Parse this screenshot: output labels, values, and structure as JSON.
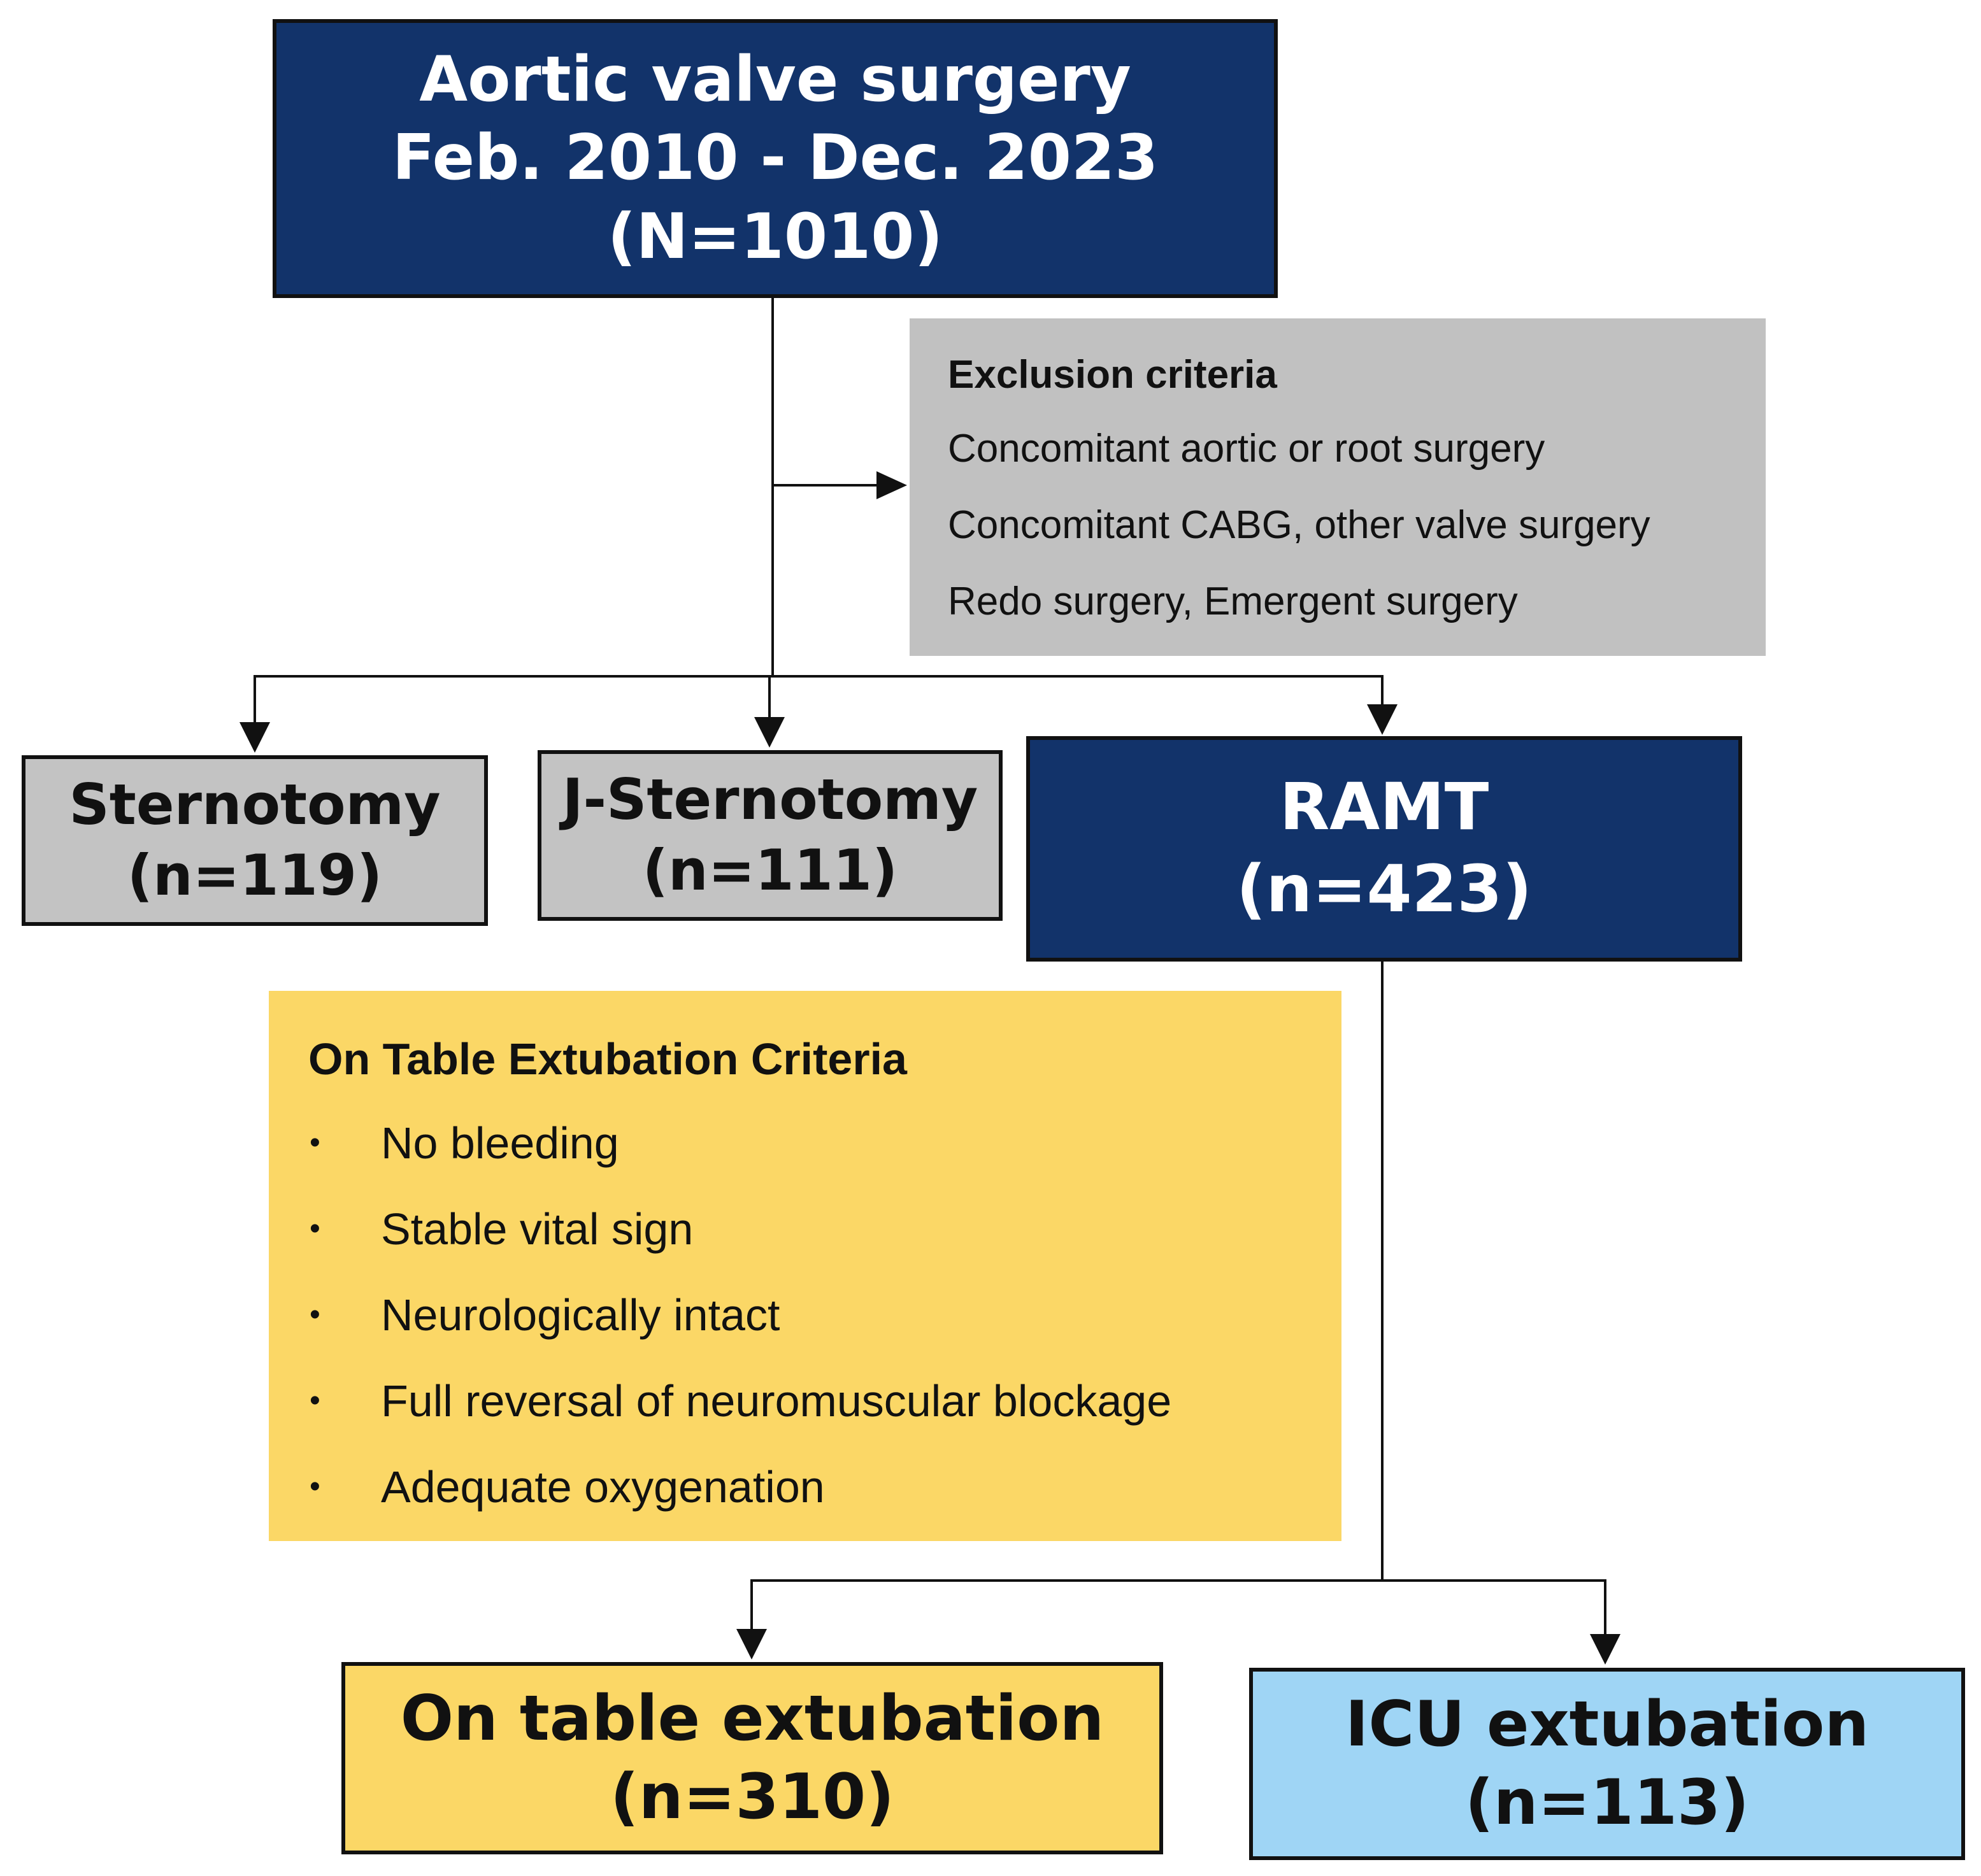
{
  "nodes": {
    "top": {
      "lines": [
        "Aortic valve surgery",
        "Feb. 2010 - Dec. 2023",
        "(N=1010)"
      ],
      "fill": "#12336a"
    },
    "sternotomy": {
      "lines": [
        "Sternotomy",
        "(n=119)"
      ],
      "fill": "#c3c3c3"
    },
    "j_sternotomy": {
      "lines": [
        "J-Sternotomy",
        "(n=111)"
      ],
      "fill": "#c3c3c3"
    },
    "ramt": {
      "lines": [
        "RAMT",
        "(n=423)"
      ],
      "fill": "#12336a"
    },
    "on_table": {
      "lines": [
        "On table extubation",
        "(n=310)"
      ],
      "fill": "#fbd766"
    },
    "icu": {
      "lines": [
        "ICU extubation",
        "(n=113)"
      ],
      "fill": "#9fd5f5"
    }
  },
  "exclusion": {
    "title": "Exclusion criteria",
    "items": [
      "Concomitant aortic or root surgery",
      "Concomitant CABG, other valve surgery",
      "Redo surgery, Emergent surgery"
    ]
  },
  "criteria": {
    "title": "On Table Extubation Criteria",
    "bullet": "•",
    "items": [
      "No bleeding",
      "Stable vital sign",
      "Neurologically intact",
      "Full reversal of neuromuscular blockage",
      "Adequate oxygenation"
    ]
  }
}
